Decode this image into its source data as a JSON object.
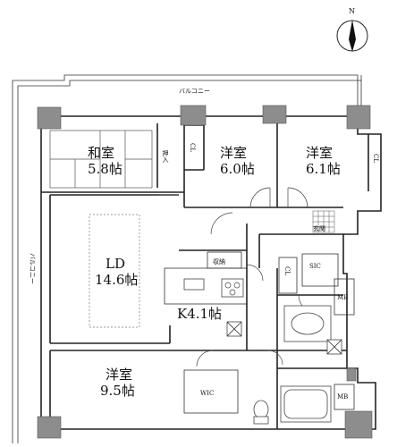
{
  "compass": {
    "north": "N"
  },
  "balcony_top": "バルコニー",
  "balcony_left": "バルコニー",
  "rooms": {
    "washitsu": {
      "name": "和室",
      "size": "5.8帖"
    },
    "yoshitsu1": {
      "name": "洋室",
      "size": "6.0帖"
    },
    "yoshitsu2": {
      "name": "洋室",
      "size": "6.1帖"
    },
    "ld": {
      "name": "LD",
      "size": "14.6帖"
    },
    "kitchen": {
      "name": "K4.1帖"
    },
    "yoshitsu3": {
      "name": "洋室",
      "size": "9.5帖"
    }
  },
  "storage": {
    "oshiire": "押入",
    "cl1": "C\nL",
    "cl2": "C\nL",
    "cl3": "C\nL",
    "shuno": "収納",
    "genkan": "玄関",
    "sic": "SIC",
    "mb1": "MB",
    "mb2": "MB",
    "wic": "WIC"
  }
}
